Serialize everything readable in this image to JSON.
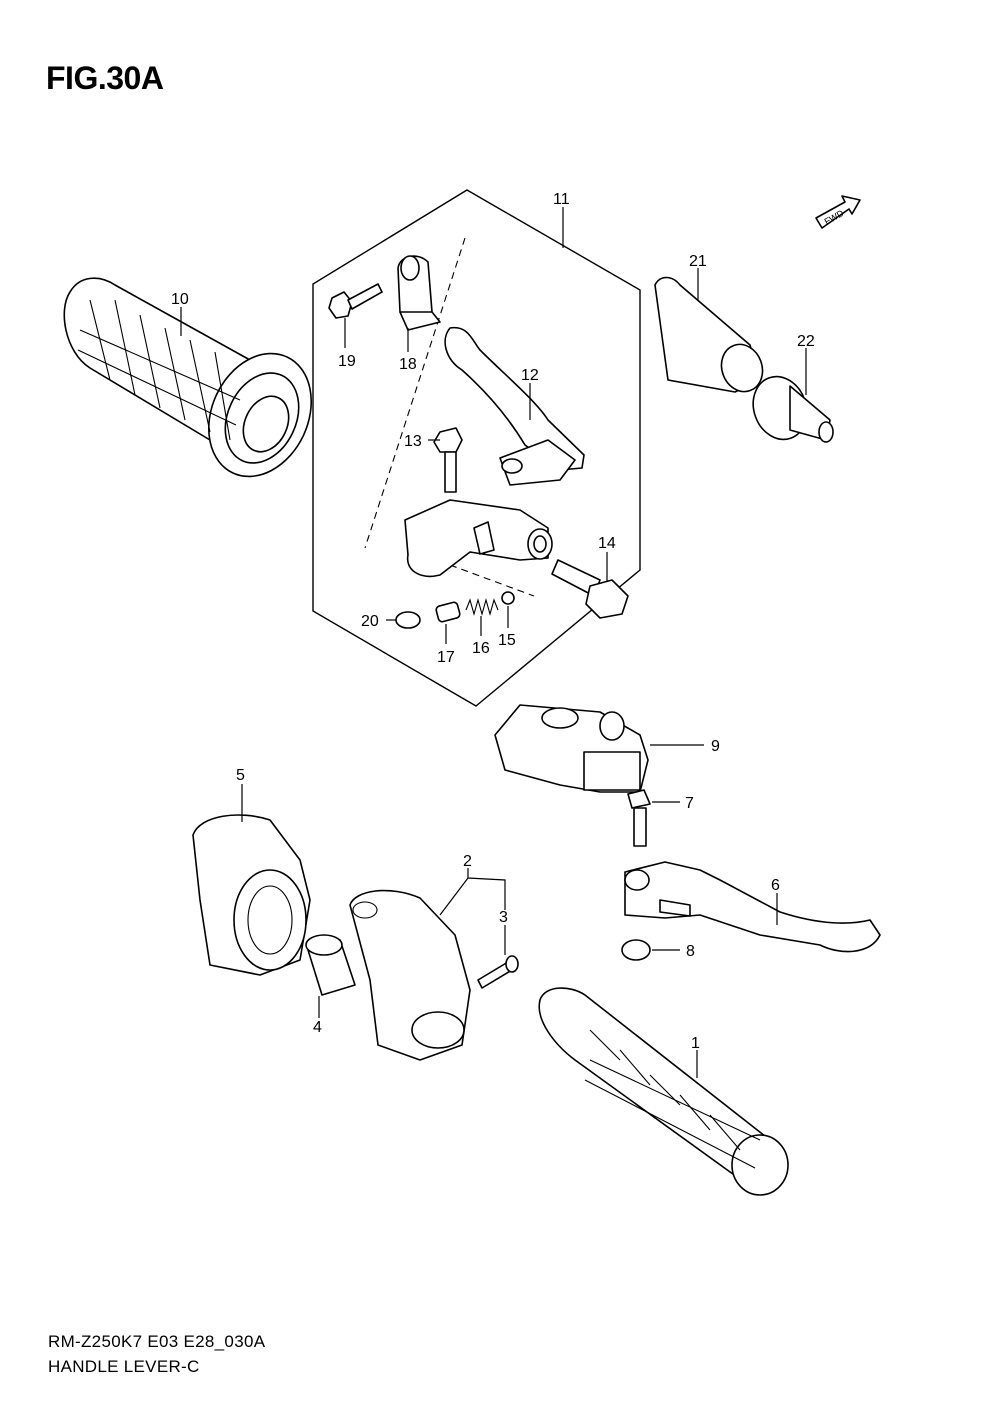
{
  "figure": {
    "title": "FIG.30A",
    "model_code": "RM-Z250K7 E03 E28_030A",
    "caption": "HANDLE LEVER-C"
  },
  "direction_badge": "FWD",
  "callouts": [
    "1",
    "2",
    "3",
    "4",
    "5",
    "6",
    "7",
    "8",
    "9",
    "10",
    "11",
    "12",
    "13",
    "14",
    "15",
    "16",
    "17",
    "18",
    "19",
    "20",
    "21",
    "22"
  ]
}
